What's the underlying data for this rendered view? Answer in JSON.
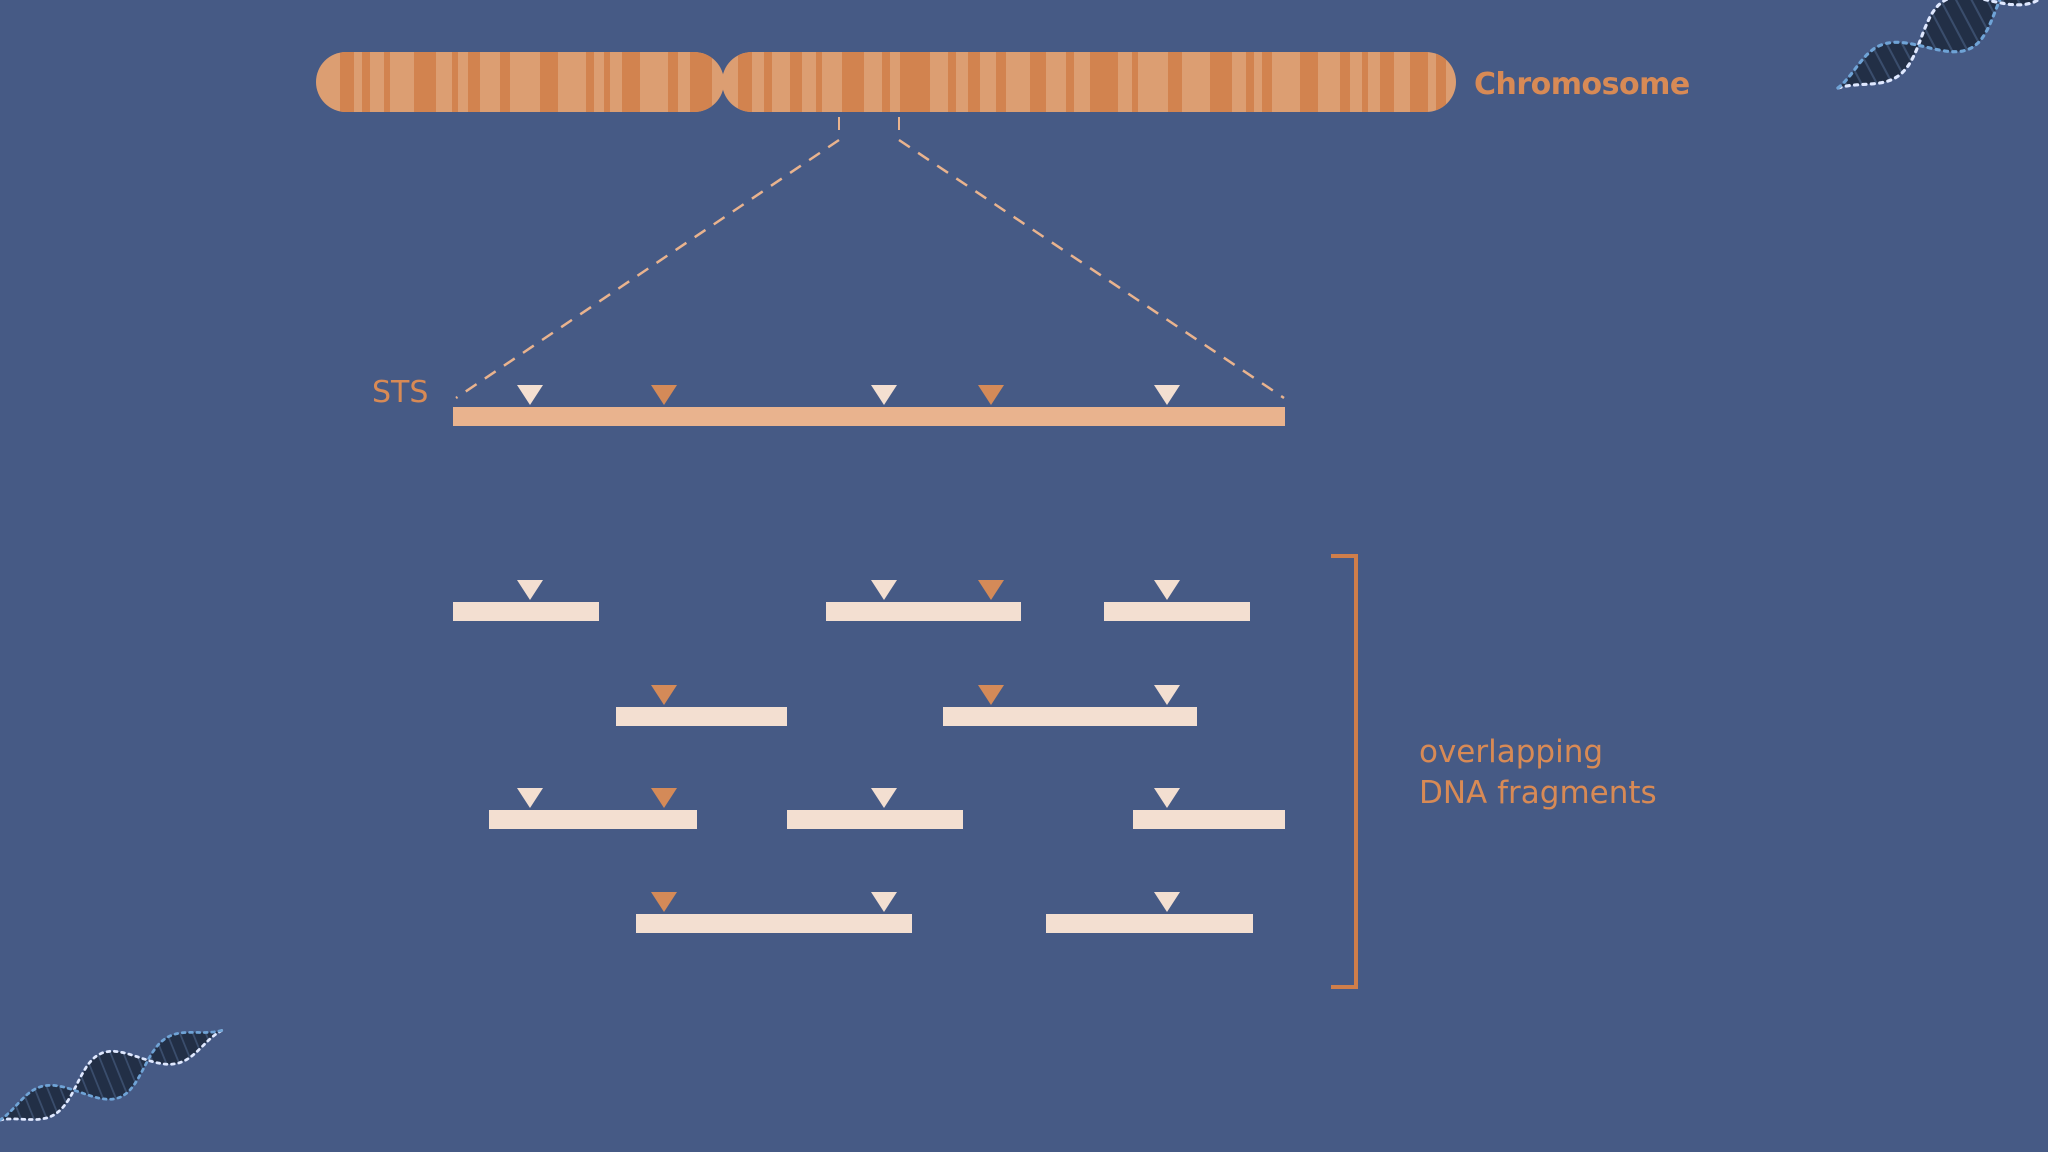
{
  "labels": {
    "chromosome": "Chromosome",
    "sts": "STS",
    "fragments_line1": "overlapping",
    "fragments_line2": "DNA fragments"
  },
  "colors": {
    "background": "#465a85",
    "chromosome_base": "#dc9e72",
    "chromosome_band": "#d2834f",
    "label": "#d88a55",
    "sequence_bar": "#e9b38e",
    "fragment_bar": "#f3dfd1",
    "marker_dark": "#d48a58",
    "marker_light": "#f3dfd1",
    "dashed_line": "#e9b38e",
    "bracket": "#cf7e4a"
  },
  "icons": [
    "dna-helix-icon-top-right",
    "dna-helix-icon-bottom-left"
  ],
  "sts_markers": [
    {
      "id": "sts-1",
      "tone": "light"
    },
    {
      "id": "sts-2",
      "tone": "dark"
    },
    {
      "id": "sts-3",
      "tone": "light"
    },
    {
      "id": "sts-4",
      "tone": "dark"
    },
    {
      "id": "sts-5",
      "tone": "light"
    }
  ],
  "fragments": [
    {
      "id": "frag-1",
      "sts": [
        "sts-1"
      ]
    },
    {
      "id": "frag-2",
      "sts": [
        "sts-3",
        "sts-4"
      ]
    },
    {
      "id": "frag-3",
      "sts": [
        "sts-5"
      ]
    },
    {
      "id": "frag-4",
      "sts": [
        "sts-2"
      ]
    },
    {
      "id": "frag-5",
      "sts": [
        "sts-4",
        "sts-5"
      ]
    },
    {
      "id": "frag-6",
      "sts": [
        "sts-1",
        "sts-2"
      ]
    },
    {
      "id": "frag-7",
      "sts": [
        "sts-3"
      ]
    },
    {
      "id": "frag-8",
      "sts": [
        "sts-5"
      ]
    },
    {
      "id": "frag-9",
      "sts": [
        "sts-2",
        "sts-3"
      ]
    },
    {
      "id": "frag-10",
      "sts": [
        "sts-5"
      ]
    }
  ]
}
